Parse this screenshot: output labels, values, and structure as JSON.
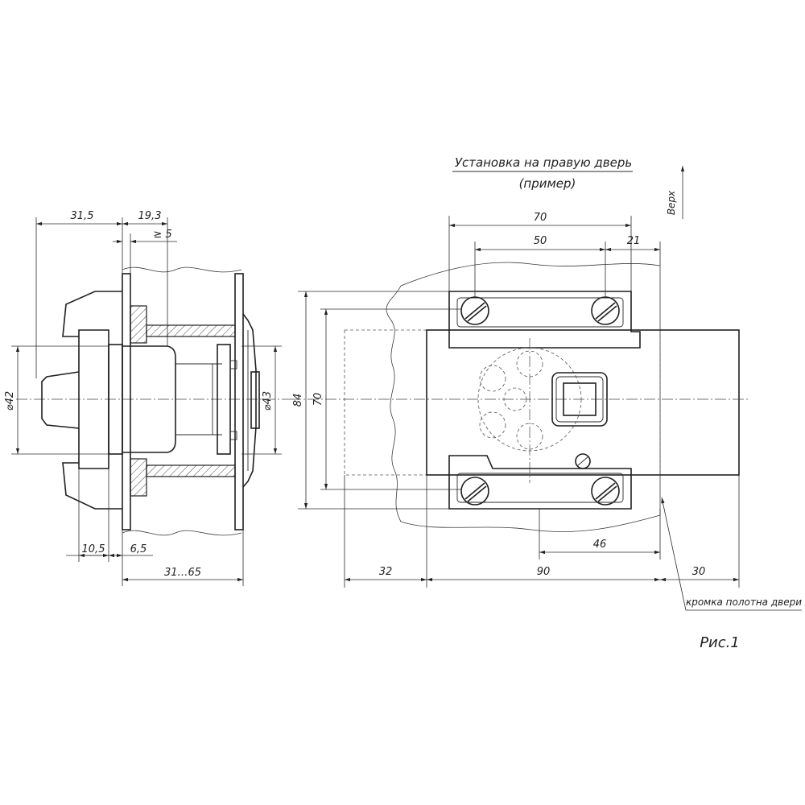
{
  "title": {
    "line1": "Установка на правую дверь",
    "line2": "(пример)"
  },
  "orientation_label": "Верх",
  "caption": "Рис.1",
  "edge_note": "кромка полотна двери",
  "side_view_dims": {
    "top_31_5": "31,5",
    "top_19_3": "19,3",
    "gap_5": "≥ 5",
    "dia_42": "⌀42",
    "dia_43": "⌀43",
    "bottom_10_5": "10,5",
    "bottom_6_5": "6,5",
    "door_range": "31…65"
  },
  "front_view_dims": {
    "width_70": "70",
    "spacing_50": "50",
    "offset_21": "21",
    "height_84": "84",
    "height_70": "70",
    "offset_46": "46",
    "left_32": "32",
    "body_90": "90",
    "right_30": "30"
  }
}
